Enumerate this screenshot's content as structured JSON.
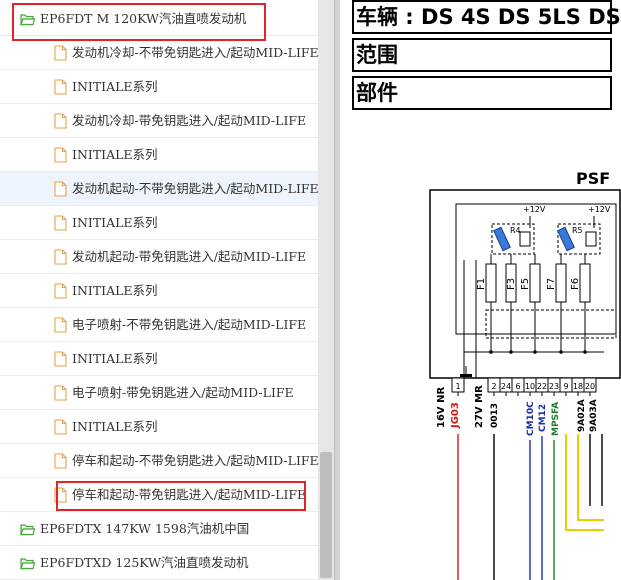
{
  "tree": {
    "items": [
      {
        "label": "EP6FDT M 120KW汽油直喷发动机",
        "type": "folder",
        "level": 0,
        "highlight": true
      },
      {
        "label": "发动机冷却-不带免钥匙进入/起动MID-LIFE",
        "type": "doc",
        "level": 1
      },
      {
        "label": "INITIALE系列",
        "type": "doc",
        "level": 1
      },
      {
        "label": "发动机冷却-带免钥匙进入/起动MID-LIFE",
        "type": "doc",
        "level": 1
      },
      {
        "label": "INITIALE系列",
        "type": "doc",
        "level": 1
      },
      {
        "label": "发动机起动-不带免钥匙进入/起动MID-LIFE",
        "type": "doc",
        "level": 1,
        "selected": true
      },
      {
        "label": "INITIALE系列",
        "type": "doc",
        "level": 1
      },
      {
        "label": "发动机起动-带免钥匙进入/起动MID-LIFE",
        "type": "doc",
        "level": 1
      },
      {
        "label": "INITIALE系列",
        "type": "doc",
        "level": 1
      },
      {
        "label": "电子喷射-不带免钥匙进入/起动MID-LIFE",
        "type": "doc",
        "level": 1
      },
      {
        "label": "INITIALE系列",
        "type": "doc",
        "level": 1
      },
      {
        "label": "电子喷射-带免钥匙进入/起动MID-LIFE",
        "type": "doc",
        "level": 1
      },
      {
        "label": "INITIALE系列",
        "type": "doc",
        "level": 1
      },
      {
        "label": "停车和起动-不带免钥匙进入/起动MID-LIFE",
        "type": "doc",
        "level": 1
      },
      {
        "label": "停车和起动-带免钥匙进入/起动MID-LIFE",
        "type": "doc",
        "level": 1,
        "highlight": true
      },
      {
        "label": "EP6FDTX 147KW 1598汽油机中国",
        "type": "folder",
        "level": 0
      },
      {
        "label": "EP6FDTXD 125KW汽油直喷发动机",
        "type": "folder",
        "level": 0
      }
    ]
  },
  "document": {
    "vehicle_label": "车辆 : DS 4S DS 5LS DS",
    "scope_label": "范围",
    "part_label": "部件",
    "schematic": {
      "box_title": "PSF",
      "relays": [
        "R4",
        "R5"
      ],
      "supply_labels": [
        "+12V",
        "+12V"
      ],
      "fuses": [
        "F1",
        "F3",
        "F5",
        "F7",
        "F6"
      ],
      "pins": [
        "1",
        "2",
        "24",
        "6",
        "10",
        "22",
        "23",
        "9",
        "18",
        "20"
      ],
      "wire_codes": [
        "0013",
        "CM10C",
        "CM12",
        "MPSFA",
        "9A02A",
        "9A03A"
      ],
      "side_labels": [
        "16V NR",
        "JG03",
        "27V MR"
      ],
      "colors": {
        "red": "#d01818",
        "blue": "#1a2ea8",
        "green": "#1a7a2a",
        "yellow": "#e8d000",
        "black": "#000000"
      }
    }
  }
}
